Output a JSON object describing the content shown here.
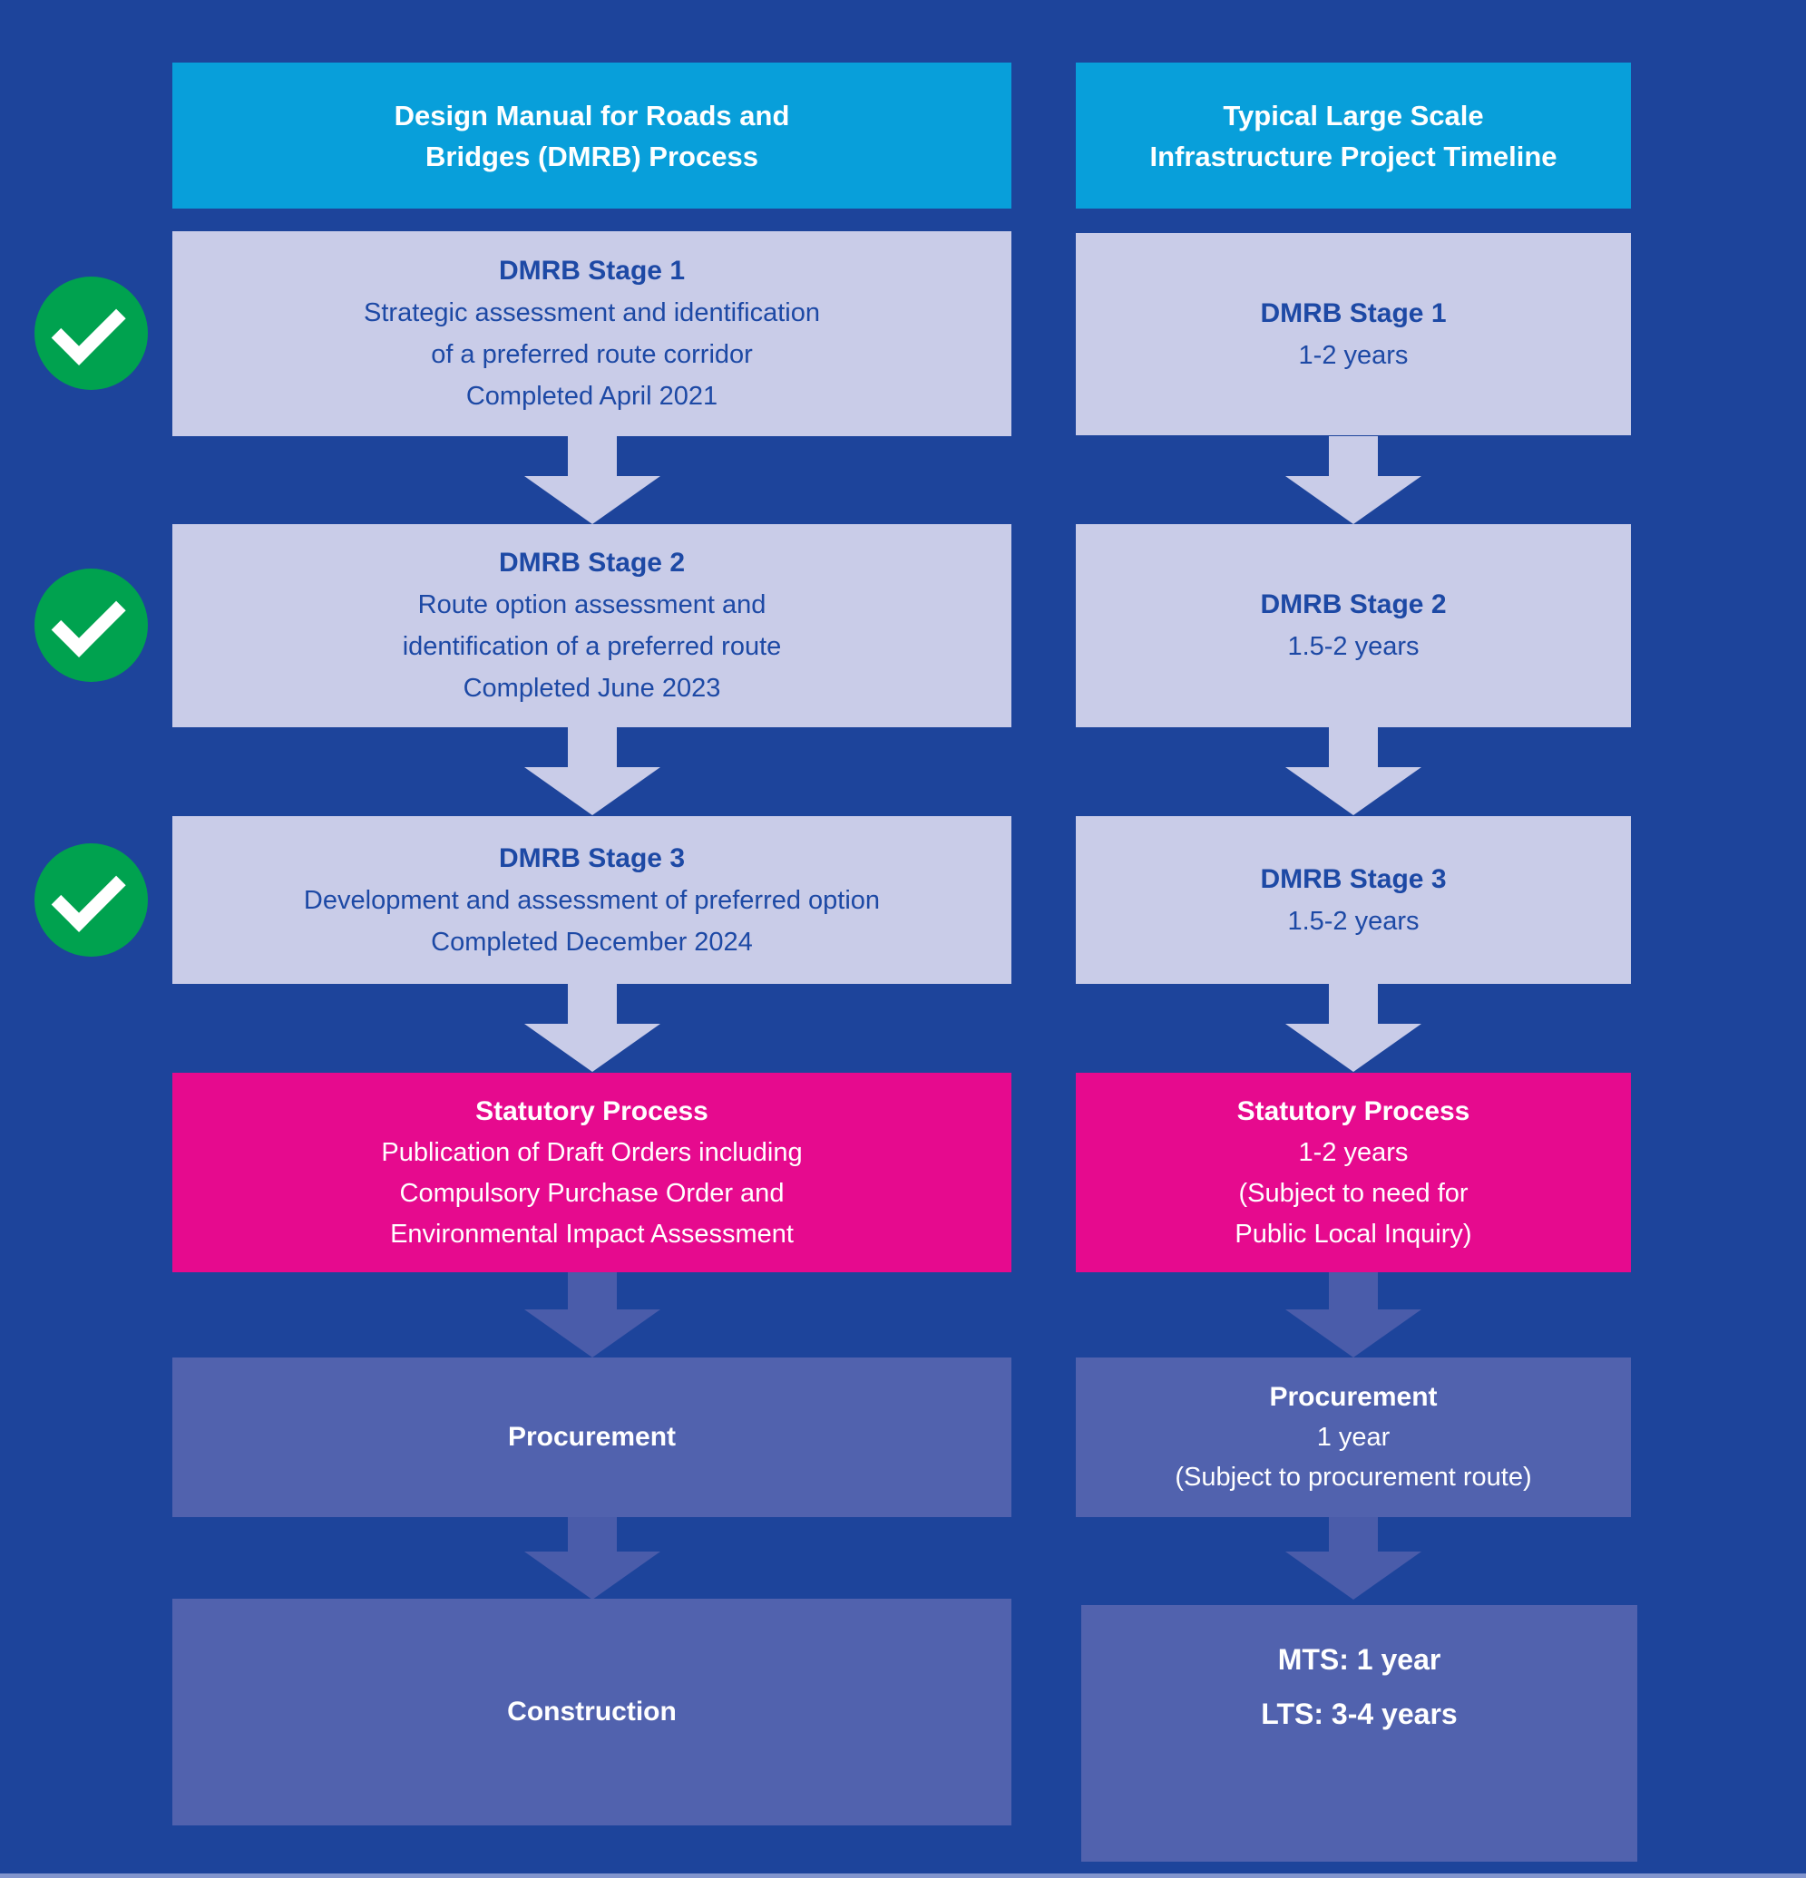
{
  "colors": {
    "background": "#1d449b",
    "header_cyan": "#089fda",
    "stage_lavender": "#c9cce8",
    "statutory_pink": "#e60a8e",
    "delivery_slate": "#5162ae",
    "arrow_slate": "#4a5caa",
    "text_blue": "#1d49a5",
    "check_green": "#00a24f",
    "bottom_strip": "#8295cd"
  },
  "left_column": {
    "header": {
      "line1": "Design Manual for Roads and",
      "line2": "Bridges (DMRB) Process"
    },
    "stage1": {
      "completed": true,
      "title": "DMRB Stage 1",
      "body1": "Strategic assessment and identification",
      "body2": "of a preferred route corridor",
      "status": "Completed April 2021"
    },
    "stage2": {
      "completed": true,
      "title": "DMRB Stage 2",
      "body1": "Route option assessment and",
      "body2": "identification of a preferred route",
      "status": "Completed June 2023"
    },
    "stage3": {
      "completed": true,
      "title": "DMRB Stage 3",
      "body1": "Development and assessment of preferred option",
      "status": "Completed December 2024"
    },
    "statutory": {
      "title": "Statutory Process",
      "body1": "Publication of Draft Orders including",
      "body2": "Compulsory Purchase Order and",
      "body3": "Environmental Impact Assessment"
    },
    "procurement": {
      "title": "Procurement"
    },
    "construction": {
      "title": "Construction"
    }
  },
  "right_column": {
    "header": {
      "line1": "Typical Large Scale",
      "line2": "Infrastructure Project Timeline"
    },
    "stage1": {
      "title": "DMRB Stage 1",
      "duration": "1-2 years"
    },
    "stage2": {
      "title": "DMRB Stage 2",
      "duration": "1.5-2 years"
    },
    "stage3": {
      "title": "DMRB Stage 3",
      "duration": "1.5-2 years"
    },
    "statutory": {
      "title": "Statutory Process",
      "duration": "1-2 years",
      "note1": "(Subject to need for",
      "note2": "Public Local Inquiry)"
    },
    "procurement": {
      "title": "Procurement",
      "duration": "1 year",
      "note": "(Subject to procurement route)"
    },
    "timescales": {
      "line1": "MTS: 1 year",
      "line2": "LTS: 3-4 years"
    }
  }
}
